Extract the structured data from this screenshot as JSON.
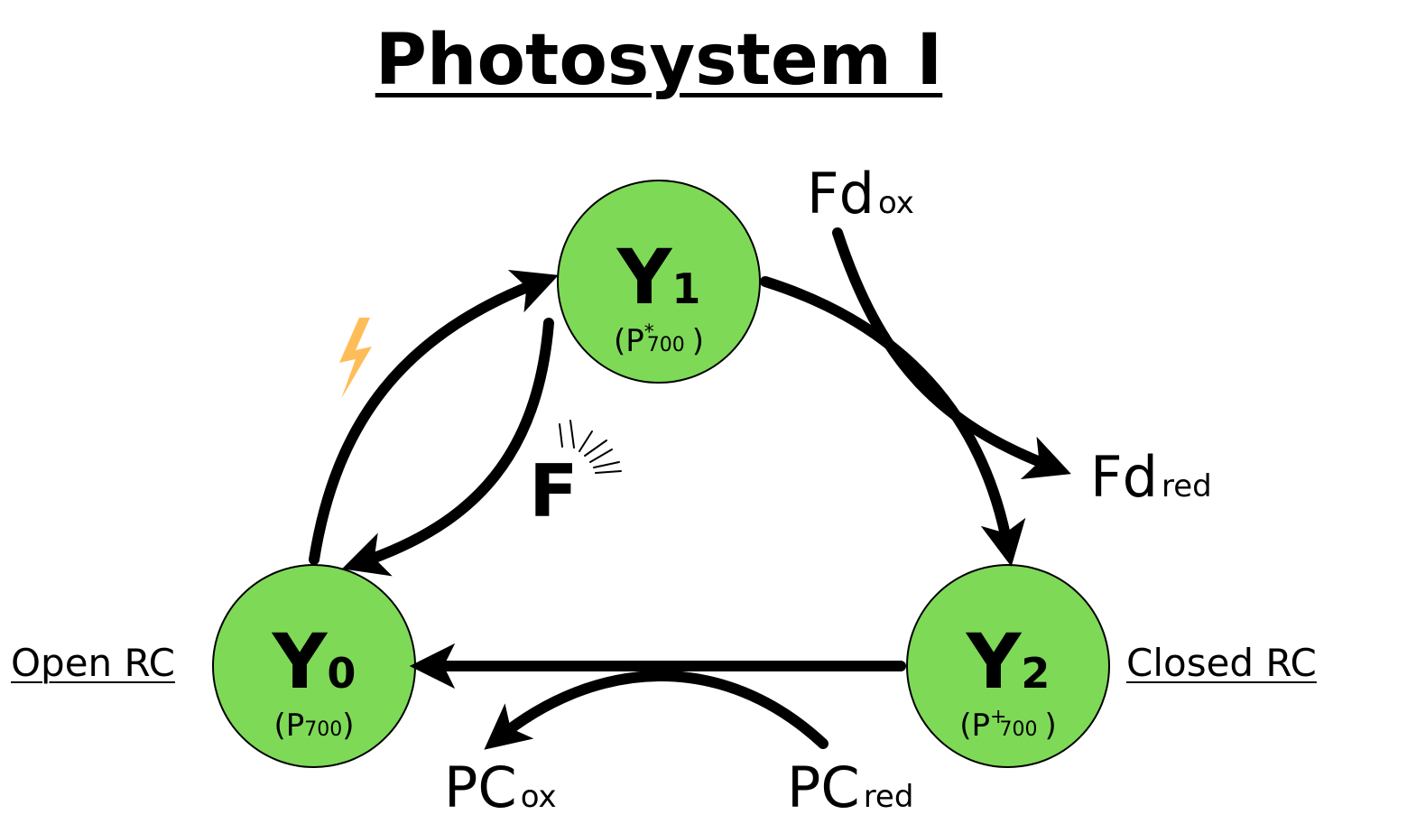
{
  "title": "Photosystem I",
  "labels": {
    "open_rc": "Open RC",
    "closed_rc": "Closed RC",
    "fluorescence": "F"
  },
  "states": [
    {
      "id": "y0",
      "name": "Y",
      "index": "0",
      "pigment": "P",
      "pigment_sub": "700",
      "pigment_sup": ""
    },
    {
      "id": "y1",
      "name": "Y",
      "index": "1",
      "pigment": "P",
      "pigment_sub": "700",
      "pigment_sup": "*"
    },
    {
      "id": "y2",
      "name": "Y",
      "index": "2",
      "pigment": "P",
      "pigment_sub": "700",
      "pigment_sup": "+"
    }
  ],
  "species": {
    "fd_ox": {
      "base": "Fd",
      "sub": "ox"
    },
    "fd_red": {
      "base": "Fd",
      "sub": "red"
    },
    "pc_ox": {
      "base": "PC",
      "sub": "ox"
    },
    "pc_red": {
      "base": "PC",
      "sub": "red"
    }
  },
  "colors": {
    "node_fill": "#7ed957",
    "arrow": "#000000",
    "lightning": "#ffbd59"
  },
  "icons": [
    "lightning-icon",
    "fluorescence-rays-icon"
  ]
}
